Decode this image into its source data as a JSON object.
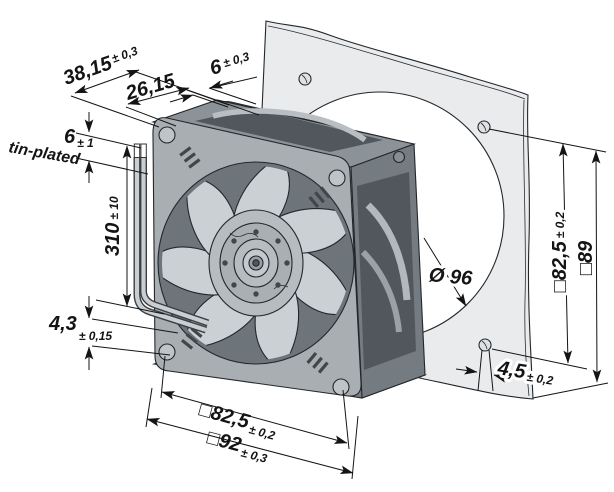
{
  "meta": {
    "kind": "technical-dimension-drawing",
    "subject": "axial fan with wall mounting plate, isometric view",
    "background": "#ffffff",
    "ink": "#141414"
  },
  "palette": {
    "plate": "#e9ebed",
    "cutout": "#ffffff",
    "frame_front": "#a9aeb3",
    "frame_top": "#8b9298",
    "frame_side": "#747b81",
    "frame_rear": "#9aa0a6",
    "frame_bottom": "#777e84",
    "opening": "#6d747a",
    "opening_dark": "#51575d",
    "blade": "#cbd0d4",
    "hub": "#b7bcc1",
    "wire": "#c9ced2"
  },
  "labels": {
    "tin_plated": "tin-plated"
  },
  "dims": {
    "total_depth": {
      "v": "38,15",
      "t": "± 0,3"
    },
    "fan_depth": {
      "v": "26,15",
      "t": ""
    },
    "plate_offset": {
      "v": "6",
      "t": "± 0,3"
    },
    "tinned_length": {
      "v": "6",
      "t": "± 1"
    },
    "lead_length": {
      "v": "310",
      "t": "± 10"
    },
    "fan_hole_dia": {
      "v": "4,3",
      "t": "± 0,15"
    },
    "hole_pitch_bottom": {
      "v": "□82,5",
      "t": "± 0,2"
    },
    "frame_width": {
      "v": "□92",
      "t": "± 0,3"
    },
    "cutout_dia": {
      "v": "Ø 96",
      "t": ""
    },
    "plate_hole_dia": {
      "v": "4,5",
      "t": "± 0,2"
    },
    "hole_pitch_right": {
      "v": "□82,5",
      "t": "± 0,2"
    },
    "plate_height": {
      "v": "□89",
      "t": ""
    }
  }
}
